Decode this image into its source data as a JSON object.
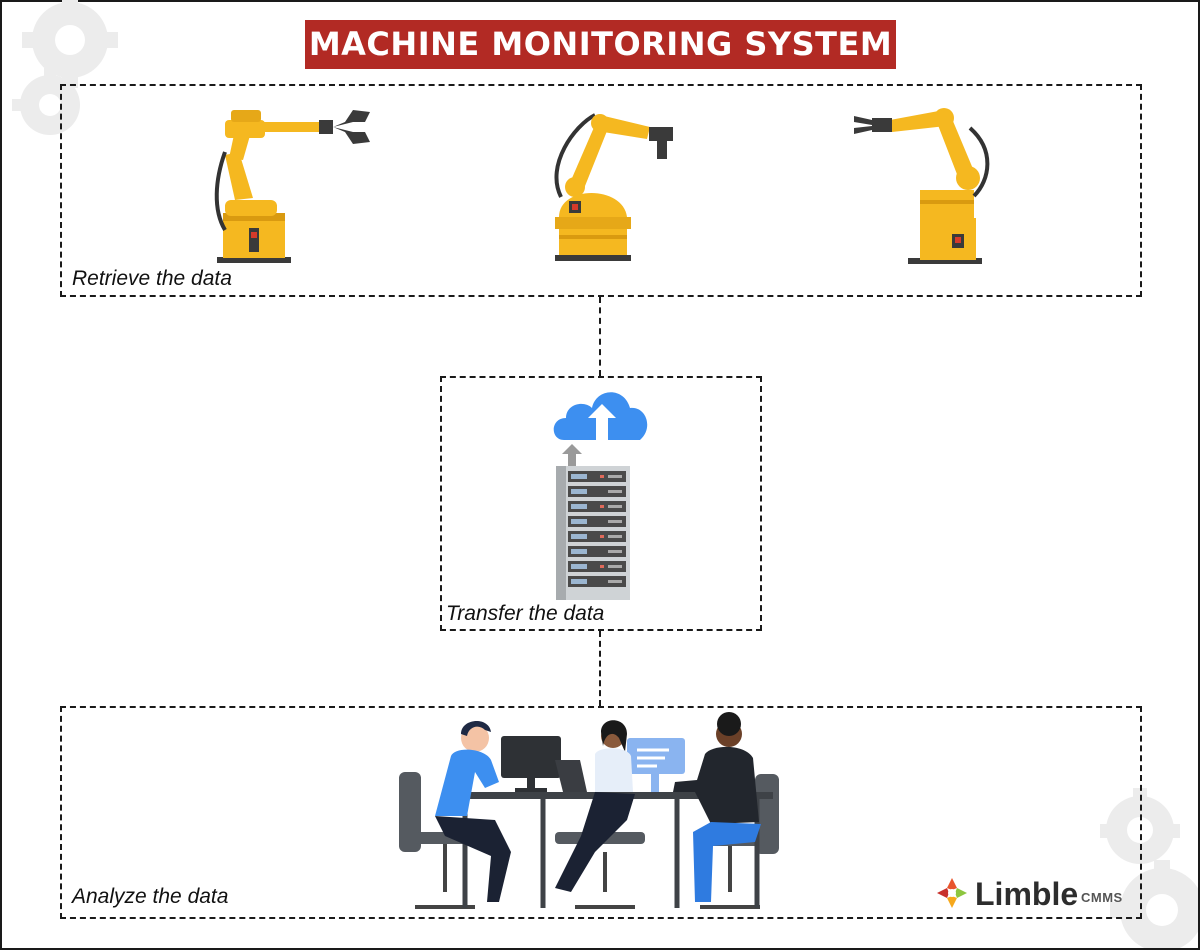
{
  "title": "MACHINE MONITORING SYSTEM",
  "stages": {
    "retrieve": "Retrieve the data",
    "transfer": "Transfer the data",
    "analyze": "Analyze the data"
  },
  "logo": {
    "name": "Limble",
    "suffix": "CMMS"
  },
  "colors": {
    "title_bg": "#b22a24",
    "robot": "#f5b820",
    "cloud": "#3d8ff0",
    "server": "#4a4a4a"
  },
  "icons": [
    "robot-arm-claw-icon",
    "robot-arm-drill-icon",
    "robot-arm-gripper-icon",
    "cloud-upload-icon",
    "server-rack-icon",
    "team-at-desk-illustration",
    "limble-logo-icon",
    "gear-icon"
  ]
}
